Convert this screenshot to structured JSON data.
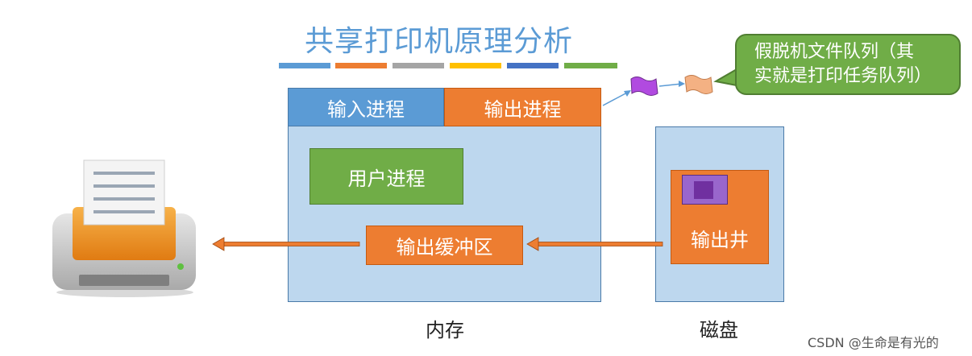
{
  "title": "共享打印机原理分析",
  "title_bar_colors": [
    "#5b9bd5",
    "#ed7d31",
    "#a5a5a5",
    "#ffc000",
    "#4472c4",
    "#70ad47"
  ],
  "memory": {
    "label": "内存",
    "input_process": "输入进程",
    "output_process": "输出进程",
    "user_process": "用户进程",
    "output_buffer": "输出缓冲区"
  },
  "disk": {
    "label": "磁盘",
    "output_well": "输出井"
  },
  "callout": {
    "line1": "假脱机文件队列（其",
    "line2": "实就是打印任务队列）"
  },
  "icons": [
    "printer-icon",
    "file-icon-purple",
    "file-icon-peach"
  ],
  "colors": {
    "blue": "#5b9bd5",
    "orange": "#ed7d31",
    "green": "#70ad47",
    "light_blue": "#bdd7ee",
    "purple": "#7030a0"
  },
  "watermark": "CSDN @生命是有光的"
}
